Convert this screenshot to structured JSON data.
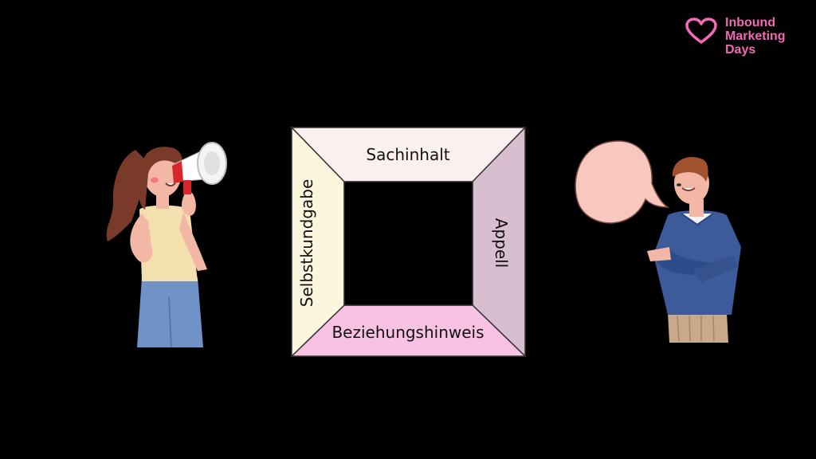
{
  "brand": {
    "icon": "heart-icon",
    "line1": "Inbound",
    "line2": "Marketing",
    "line3": "Days",
    "color": "#f06ab5"
  },
  "diagram": {
    "top_label": "Sachinhalt",
    "right_label": "Appell",
    "bottom_label": "Beziehungshinweis",
    "left_label": "Selbstkundgabe",
    "colors": {
      "top": "#fbf0ef",
      "right": "#d8bfd0",
      "bottom": "#f7c2e4",
      "left": "#fbf6dd",
      "center": "#000000"
    }
  },
  "figures": {
    "sender": "woman-with-megaphone",
    "receiver": "man-with-speech-bubble",
    "speech_bubble_color": "#f8c8bf"
  }
}
